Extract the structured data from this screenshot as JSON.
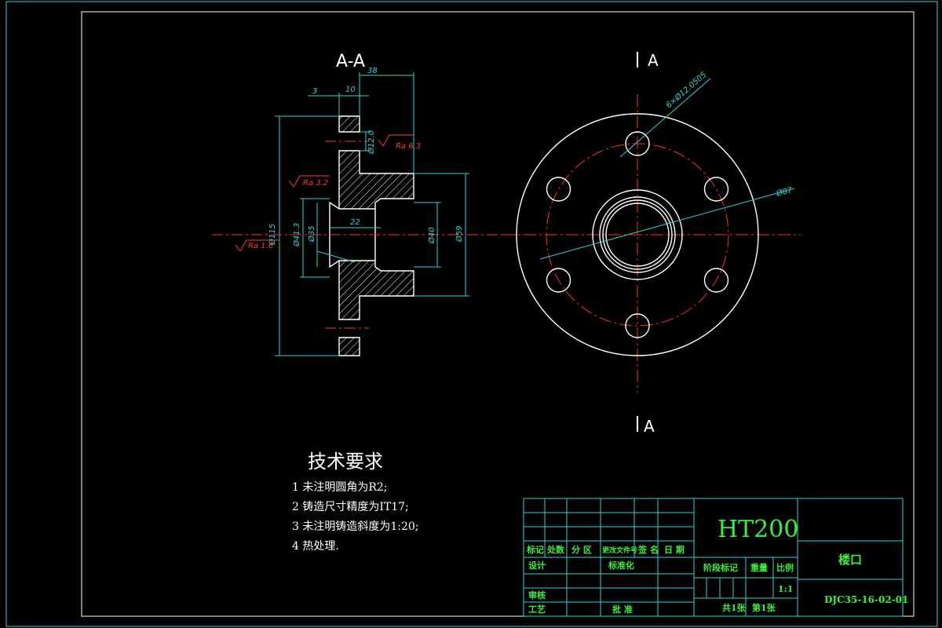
{
  "section_view": {
    "title": "A-A",
    "dims": {
      "d38": "38",
      "d3": "3",
      "d10": "10",
      "d12": "Ø12.0",
      "d22": "22",
      "d115": "Ø115",
      "d41": "Ø41.3",
      "d35": "Ø35",
      "d40": "Ø40",
      "d59": "Ø59",
      "ra63": "Ra 6.3",
      "ra32": "Ra 3.2",
      "ra16": "Ra 1.6"
    }
  },
  "front_view": {
    "section_mark_top": "A",
    "section_mark_bottom": "A",
    "hole_callout": "6×Ø12.0505",
    "pcd": "Ø87"
  },
  "notes": {
    "title": "技术要求",
    "items": [
      "1 未注明圆角为R2;",
      "2 铸造尺寸精度为IT17;",
      "3 未注明铸造斜度为1:20;",
      "4 热处理."
    ]
  },
  "title_block": {
    "material": "HT200",
    "part_name": "楼口",
    "drawing_no": "DJC35-16-02-01",
    "scale": "1:1",
    "sheets_total": "共1张",
    "sheet_no": "第1张",
    "headers": {
      "mark": "标记",
      "count": "处数",
      "zone": "分 区",
      "change_doc": "更改文件号",
      "sign": "签 名",
      "date": "日 期",
      "design": "设计",
      "standardize": "标准化",
      "stage": "阶段标记",
      "weight": "重量",
      "scale_label": "比例",
      "review": "审核",
      "process": "工艺",
      "approve": "批 准"
    }
  },
  "colors": {
    "border": "#2fd3d3",
    "outline": "#ffffff",
    "center": "#ff2b2b",
    "text": "#37f237"
  }
}
